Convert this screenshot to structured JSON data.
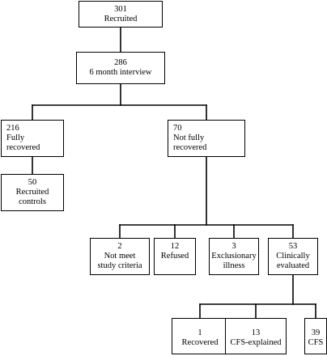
{
  "flowchart": {
    "nodes": {
      "recruited": {
        "count": "301",
        "label": "Recruited"
      },
      "interview": {
        "count": "286",
        "label": "6 month interview"
      },
      "fully_recovered": {
        "count": "216",
        "label": "Fully\nrecovered"
      },
      "not_fully_recovered": {
        "count": "70",
        "label": "Not fully\nrecovered"
      },
      "recruited_controls": {
        "count": "50",
        "label": "Recruited\ncontrols"
      },
      "not_meet_criteria": {
        "count": "2",
        "label": "Not meet\nstudy criteria"
      },
      "refused": {
        "count": "12",
        "label": "Refused"
      },
      "exclusionary_illness": {
        "count": "3",
        "label": "Exclusionary\nillness"
      },
      "clinically_evaluated": {
        "count": "53",
        "label": "Clinically\nevaluated"
      },
      "recovered": {
        "count": "1",
        "label": "Recovered"
      },
      "cfs_explained": {
        "count": "13",
        "label": "CFS-explained"
      },
      "cfs": {
        "count": "39",
        "label": "CFS"
      }
    }
  }
}
